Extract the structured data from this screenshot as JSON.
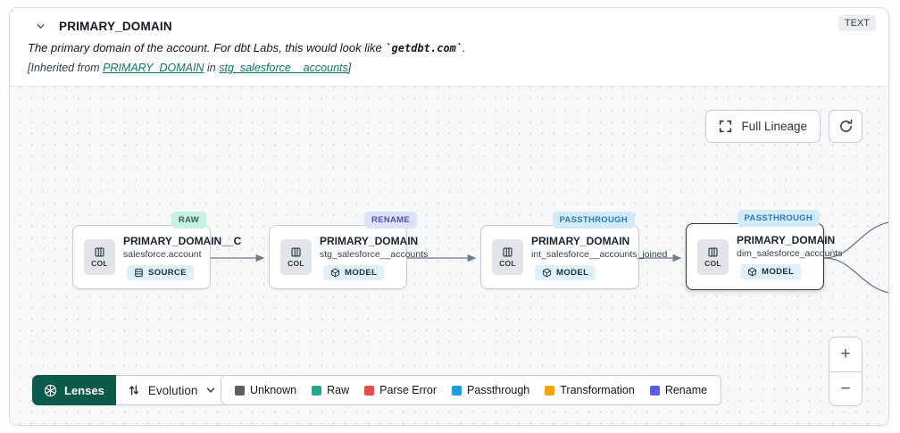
{
  "header": {
    "title": "PRIMARY_DOMAIN",
    "type_badge": "TEXT",
    "description_prefix": "The primary domain of the account. For dbt Labs, this would look like ",
    "description_code": "`getdbt.com`",
    "description_suffix": ".",
    "inherited_prefix": "[Inherited from ",
    "inherited_link_column": "PRIMARY_DOMAIN",
    "inherited_middle": " in ",
    "inherited_link_model": "stg_salesforce__accounts",
    "inherited_suffix": "]"
  },
  "canvas_controls": {
    "full_lineage_label": "Full Lineage",
    "zoom_in_label": "+",
    "zoom_out_label": "−"
  },
  "nodes": [
    {
      "badge": "RAW",
      "title": "PRIMARY_DOMAIN__C",
      "subtitle": "salesforce.account",
      "kind": "SOURCE",
      "col_label": "COL"
    },
    {
      "badge": "RENAME",
      "title": "PRIMARY_DOMAIN",
      "subtitle": "stg_salesforce__accounts",
      "kind": "MODEL",
      "col_label": "COL"
    },
    {
      "badge": "PASSTHROUGH",
      "title": "PRIMARY_DOMAIN",
      "subtitle": "int_salesforce__accounts_joined",
      "kind": "MODEL",
      "col_label": "COL"
    },
    {
      "badge": "PASSTHROUGH",
      "title": "PRIMARY_DOMAIN",
      "subtitle": "dim_salesforce_accounts",
      "kind": "MODEL",
      "col_label": "COL"
    }
  ],
  "toolbar": {
    "lenses_label": "Lenses",
    "selected_lens": "Evolution"
  },
  "legend": [
    {
      "label": "Unknown",
      "color": "#5a5f66"
    },
    {
      "label": "Raw",
      "color": "#1cab8d"
    },
    {
      "label": "Parse Error",
      "color": "#e2504c"
    },
    {
      "label": "Passthrough",
      "color": "#1a9fd8"
    },
    {
      "label": "Transformation",
      "color": "#f2a50c"
    },
    {
      "label": "Rename",
      "color": "#5e5ce0"
    }
  ]
}
